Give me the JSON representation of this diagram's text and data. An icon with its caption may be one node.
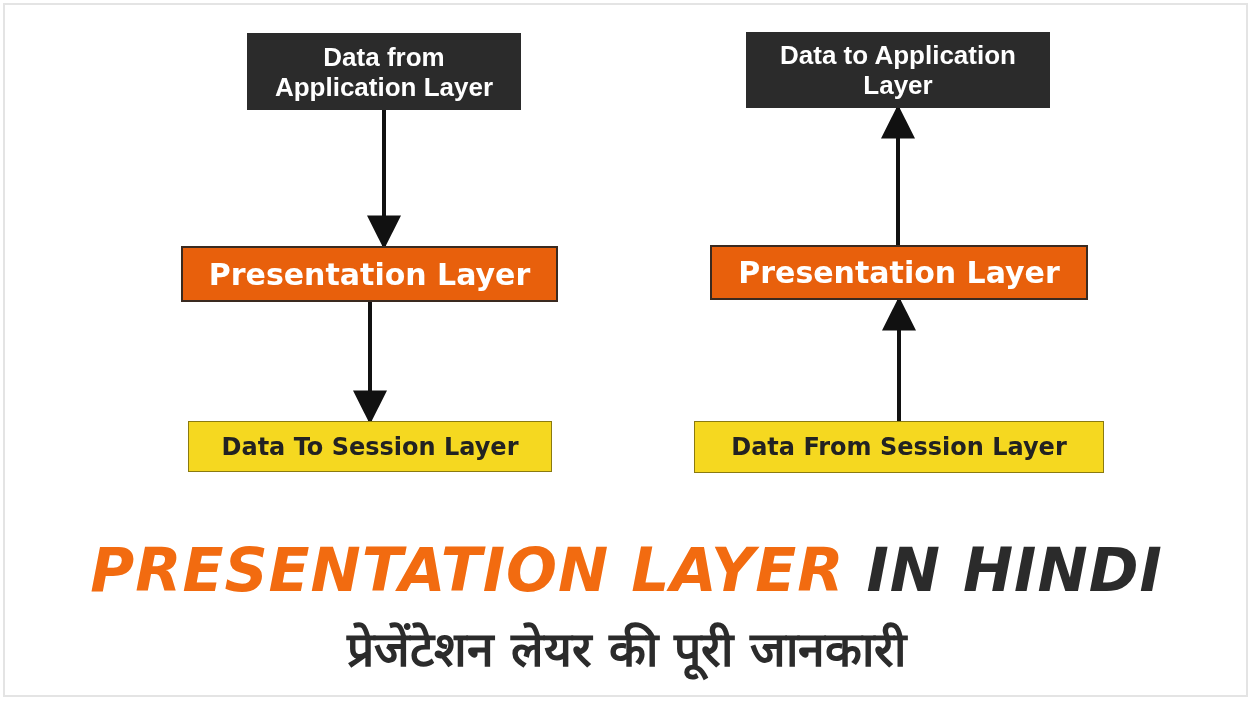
{
  "diagram": {
    "title": "**PRESENTATION LAYER** IN HINDI",
    "caption": "प्रेजेंटेशन लेयर की पूरी जानकारी",
    "nodes": [
      {
        "text": [
          "Data from Application Layer"
        ]
      },
      {
        "text": [
          "Presentation Layer"
        ]
      },
      {
        "text": [
          "Data To Session Layer"
        ]
      },
      {
        "text": [
          "Data to Application Layer"
        ]
      },
      {
        "text": [
          "Presentation Layer"
        ]
      },
      {
        "text": [
          "Data From Session Layer"
        ]
      }
    ],
    "edges": [
      {
        "from": 0,
        "to": 1,
        "arrow": "to"
      },
      {
        "from": 1,
        "to": 2,
        "arrow": "to"
      },
      {
        "from": 5,
        "to": 4,
        "arrow": "to"
      },
      {
        "from": 4,
        "to": 3,
        "arrow": "to"
      }
    ]
  }
}
